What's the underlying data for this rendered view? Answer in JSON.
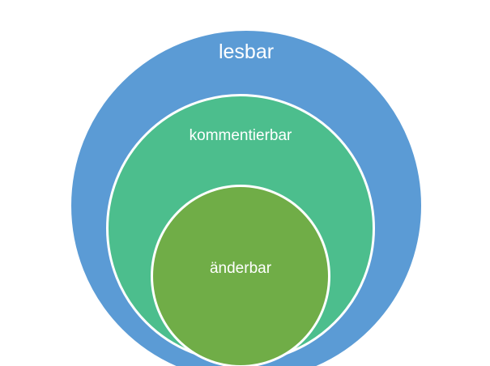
{
  "diagram": {
    "type": "nested-circles",
    "background": "#ffffff",
    "border_color": "#ffffff",
    "circles": [
      {
        "name": "lesbar",
        "label": "lesbar",
        "color": "#5b9bd5"
      },
      {
        "name": "kommentierbar",
        "label": "kommentierbar",
        "color": "#4cbe8d"
      },
      {
        "name": "aenderbar",
        "label": "änderbar",
        "color": "#70ad47"
      }
    ]
  }
}
